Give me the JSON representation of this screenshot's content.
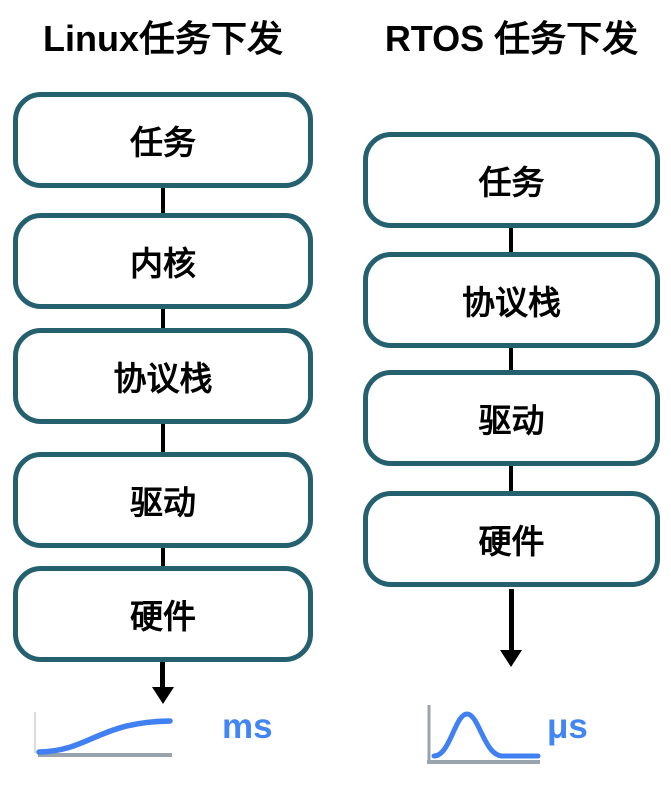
{
  "diagram": {
    "left": {
      "title": "Linux任务下发",
      "nodes": [
        {
          "label": "任务"
        },
        {
          "label": "内核"
        },
        {
          "label": "协议栈"
        },
        {
          "label": "驱动"
        },
        {
          "label": "硬件"
        }
      ],
      "latency_unit": "ms",
      "curve_type": "gradual-sigmoid-rise"
    },
    "right": {
      "title": "RTOS 任务下发",
      "nodes": [
        {
          "label": "任务"
        },
        {
          "label": "协议栈"
        },
        {
          "label": "驱动"
        },
        {
          "label": "硬件"
        }
      ],
      "latency_unit": "μs",
      "curve_type": "sharp-narrow-peak"
    },
    "colors": {
      "node_border": "#25606f",
      "node_fill": "#ffffff",
      "connector_black": "#000000",
      "curve_blue": "#4080f2",
      "axis_gray": "#9aa4ac",
      "faint_axis_gray": "#d9dde1",
      "unit_text_blue": "#4285f4",
      "title_text": "#000000"
    }
  }
}
